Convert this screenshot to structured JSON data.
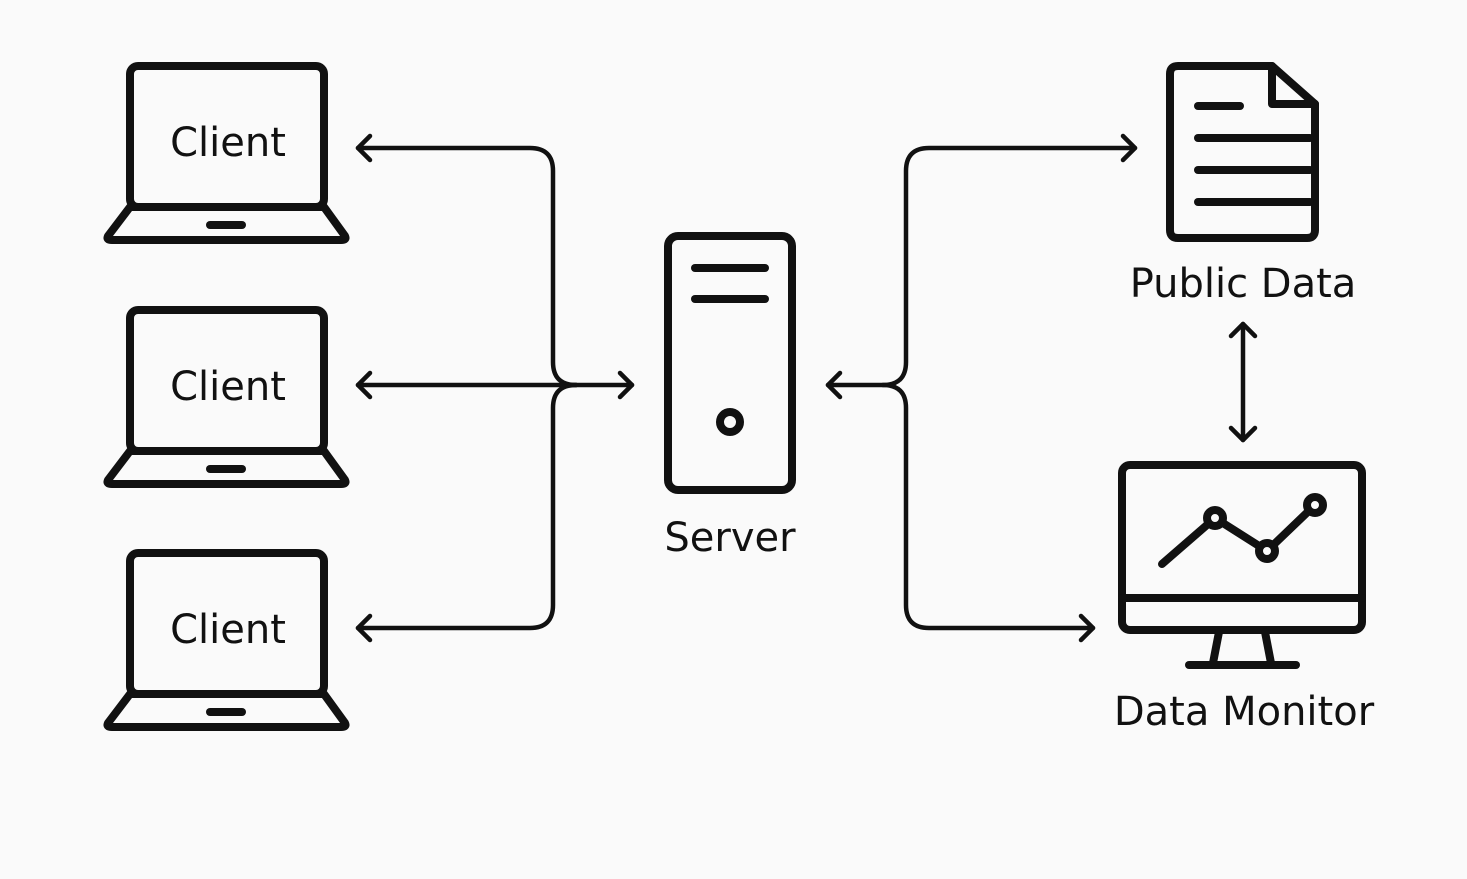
{
  "diagram": {
    "clients": [
      {
        "label": "Client"
      },
      {
        "label": "Client"
      },
      {
        "label": "Client"
      }
    ],
    "server": {
      "label": "Server"
    },
    "public_data": {
      "label": "Public Data"
    },
    "data_monitor": {
      "label": "Data Monitor"
    },
    "colors": {
      "stroke": "#111111",
      "background": "#fafafa"
    }
  }
}
